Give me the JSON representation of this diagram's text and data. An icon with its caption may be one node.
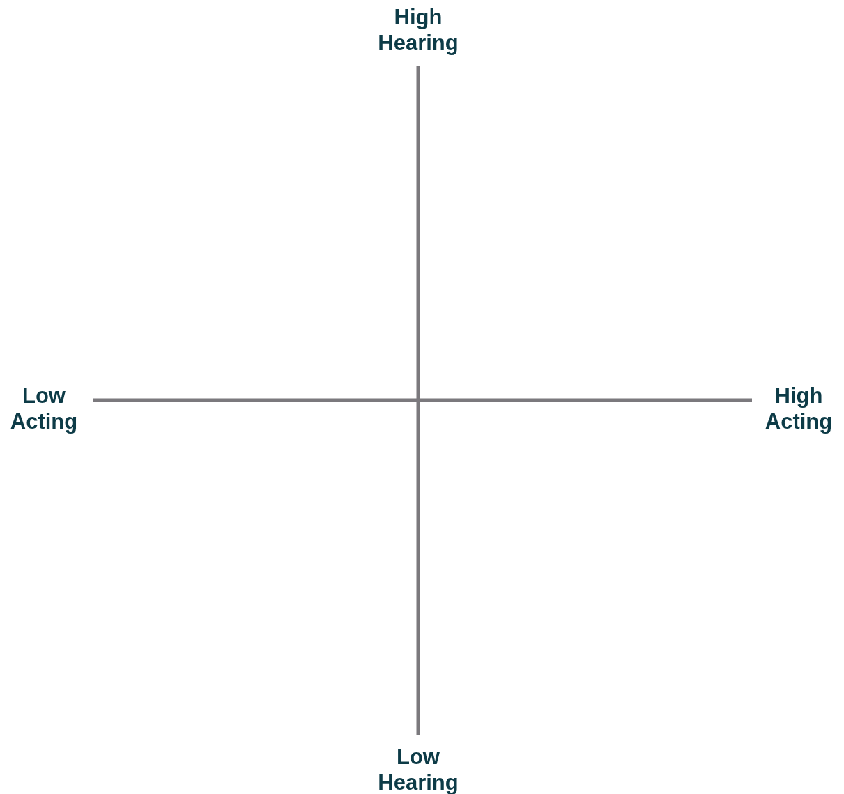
{
  "diagram": {
    "labels": [
      "High Hearing",
      "Low Acting",
      "High Acting",
      "Low Hearing"
    ]
  }
}
